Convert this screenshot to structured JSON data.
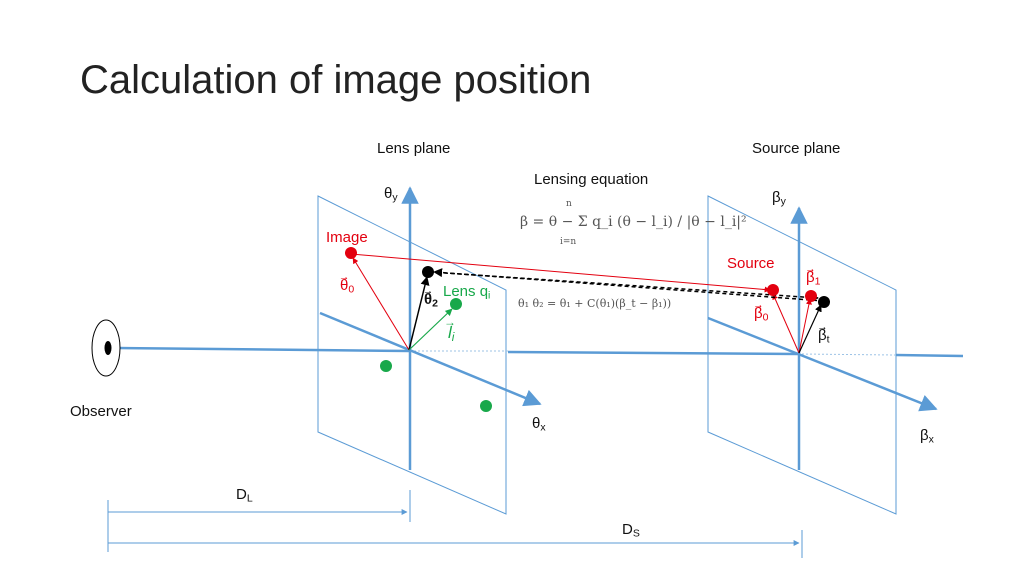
{
  "slide": {
    "title": "Calculation of image position"
  },
  "labels": {
    "lens_plane": "Lens plane",
    "source_plane": "Source plane",
    "lensing_equation": "Lensing equation",
    "observer": "Observer",
    "image": "Image",
    "source": "Source",
    "lens_q": "Lens q",
    "lens_q_sub": "i",
    "theta": "θ",
    "beta": "β",
    "sub_x": "x",
    "sub_y": "y",
    "sub_0": "0",
    "sub_1": "1",
    "sub_2": "2",
    "sub_t": "t",
    "l_vec": "l",
    "l_sub": "i",
    "D": "D",
    "sub_L": "L",
    "sub_S": "S"
  },
  "equations": {
    "lens_equation": "β = θ − Σ q_i (θ − l_i) / |θ − l_i|²",
    "sum_upper": "n",
    "sum_lower": "i=n",
    "iteration": "θ₁ θ₂ = θ₁ + C(θ₁)(β_t − β₁))"
  },
  "colors": {
    "axis": "#5b9bd5",
    "plane": "#5b9bd5",
    "red": "#e3000f",
    "green": "#18a84a",
    "black": "#000000"
  }
}
